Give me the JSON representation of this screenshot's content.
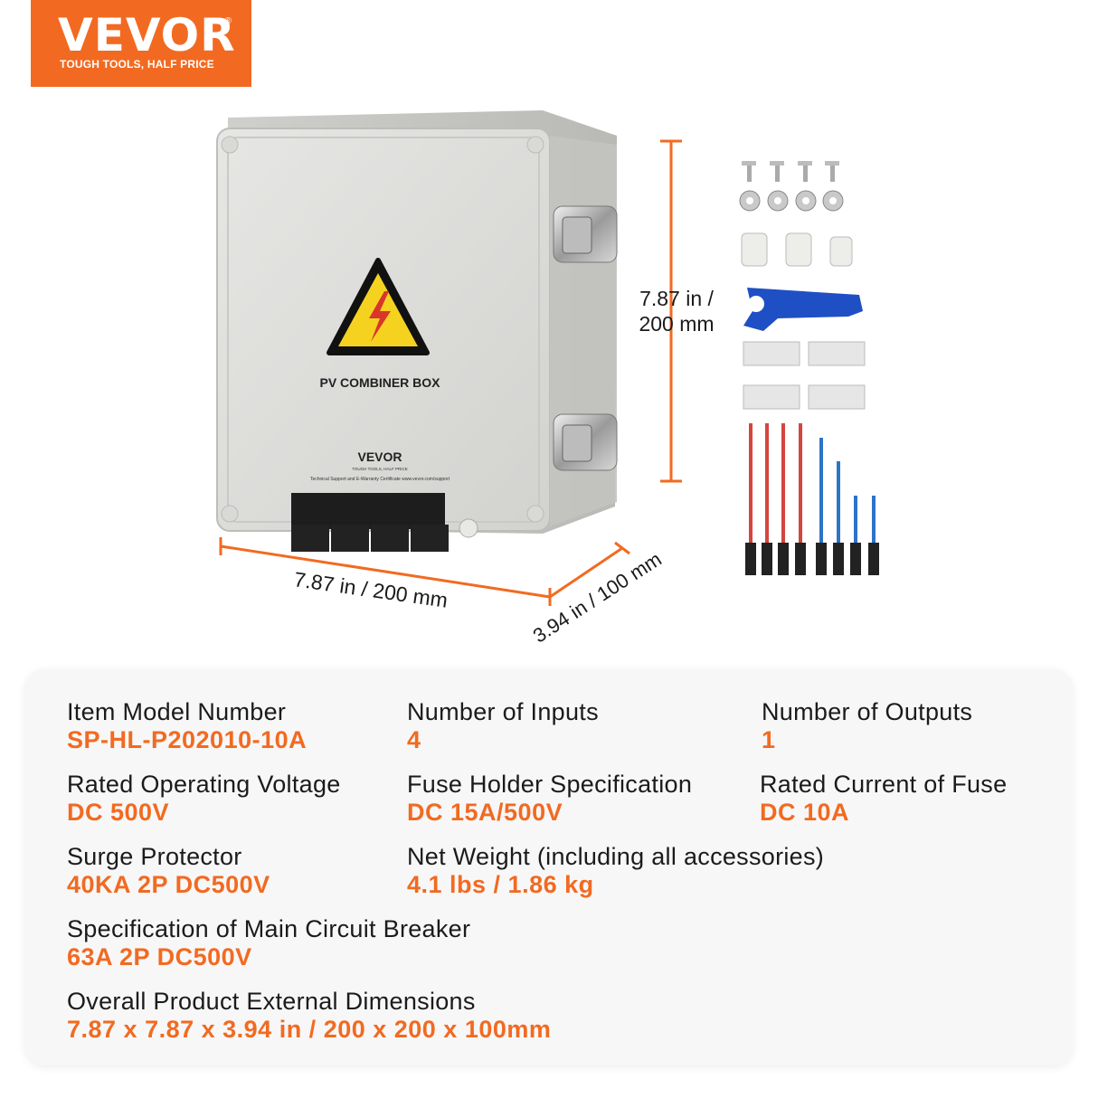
{
  "brand": {
    "name": "VEVOR",
    "registered": "®",
    "tagline": "TOUGH TOOLS, HALF PRICE",
    "accent_color": "#f26a21"
  },
  "product": {
    "box_label": "PV COMBINER BOX",
    "box_brand": "VEVOR",
    "box_brand_tagline": "TOUGH TOOLS, HALF PRICE",
    "box_support_text": "Technical Support and E-Warranty Certificate www.vevor.com/support"
  },
  "dimensions": {
    "height_line1": "7.87 in /",
    "height_line2": "200 mm",
    "width": "7.87 in / 200 mm",
    "depth": "3.94 in / 100 mm"
  },
  "specs": [
    {
      "label": "Item Model Number",
      "value": "SP-HL-P202010-10A"
    },
    {
      "label": "Number of Inputs",
      "value": "4"
    },
    {
      "label": "Number of Outputs",
      "value": "1"
    },
    {
      "label": "Rated Operating Voltage",
      "value": "DC 500V"
    },
    {
      "label": "Fuse Holder Specification",
      "value": "DC 15A/500V"
    },
    {
      "label": "Rated Current of Fuse",
      "value": "DC 10A"
    },
    {
      "label": "Surge Protector",
      "value": "40KA 2P DC500V"
    },
    {
      "label": "Net Weight (including all accessories)",
      "value": "4.1 lbs / 1.86 kg"
    },
    {
      "label": "Specification of Main Circuit Breaker",
      "value": "63A 2P DC500V"
    },
    {
      "label": "Overall Product External Dimensions",
      "value": "7.87 x 7.87 x 3.94 in / 200 x 200 x 100mm"
    }
  ]
}
